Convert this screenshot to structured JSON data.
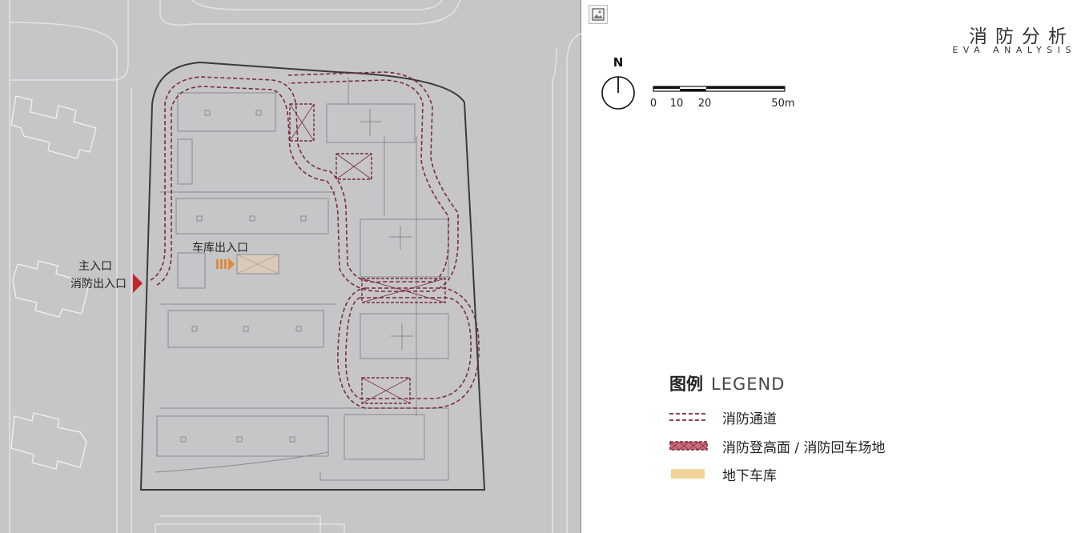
{
  "header": {
    "title_cn": "消防分析",
    "title_en": "EVA ANALYSIS"
  },
  "north": {
    "label": "N"
  },
  "scale_bar": {
    "ticks": [
      "0",
      "10",
      "20",
      "50m"
    ]
  },
  "map_labels": {
    "main_entrance_line1": "主入口",
    "main_entrance_line2": "消防出入口",
    "garage_entrance": "车库出入口"
  },
  "legend": {
    "title_cn": "图例",
    "title_en": "LEGEND",
    "items": [
      {
        "label": "消防通道",
        "symbol": "dashed-line",
        "color": "#7a2c3c"
      },
      {
        "label": "消防登高面 / 消防回车场地",
        "symbol": "hatched-area",
        "color": "#c96a7a"
      },
      {
        "label": "地下车库",
        "symbol": "filled-area",
        "color": "#f2d49a"
      }
    ]
  },
  "colors": {
    "map_bg": "#c6c6c9",
    "boundary": "#3a3a3a",
    "fire_lane": "#7a2c3c",
    "entrance_arrow": "#c0272d",
    "garage_arrow": "#e08a3a"
  }
}
